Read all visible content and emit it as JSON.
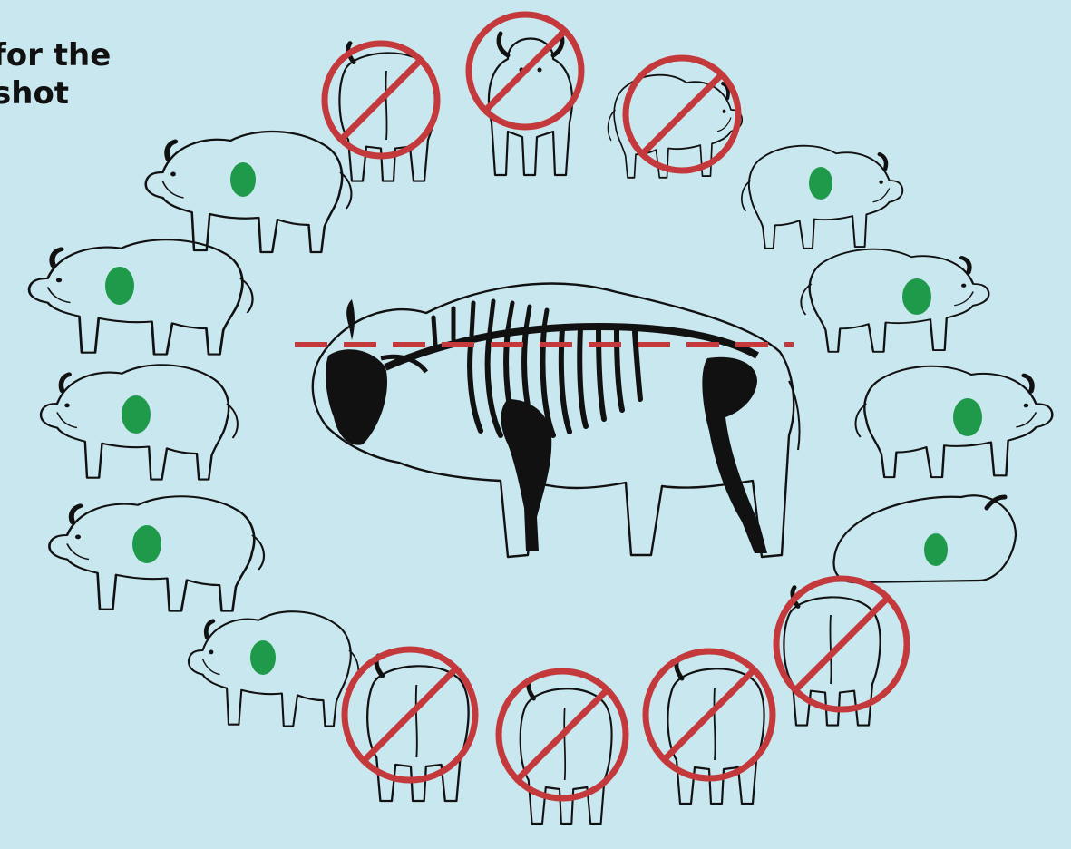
{
  "caption": {
    "line1": "for the",
    "line2": "shot"
  },
  "colors": {
    "background": "#c9e7ee",
    "ink": "#111111",
    "vital_marker": "#1f9a4b",
    "prohibit": "#c4393c",
    "shoulder_line": "#c4393c"
  },
  "legend_semantics": {
    "green_dot": "vital-zone",
    "red_circle_slash": "prohibited-angle",
    "dashed_line": "spine-level"
  },
  "bison_views": [
    {
      "id": "back-quarter-left-top",
      "allowed": false
    },
    {
      "id": "front-on",
      "allowed": false
    },
    {
      "id": "quarter-away-right-top",
      "allowed": false
    },
    {
      "id": "right-quarter-turn",
      "allowed": true
    },
    {
      "id": "right-broadside-walking",
      "allowed": true
    },
    {
      "id": "right-broadside-standing",
      "allowed": true
    },
    {
      "id": "right-bedded",
      "allowed": true
    },
    {
      "id": "right-rear-quarter",
      "allowed": false
    },
    {
      "id": "rear-right",
      "allowed": false
    },
    {
      "id": "rear-center",
      "allowed": false
    },
    {
      "id": "rear-left",
      "allowed": false
    },
    {
      "id": "left-quarter-bottom",
      "allowed": true
    },
    {
      "id": "left-broadside-lower",
      "allowed": true
    },
    {
      "id": "left-broadside-middle",
      "allowed": true
    },
    {
      "id": "left-broadside-running",
      "allowed": true
    },
    {
      "id": "left-broadside-top",
      "allowed": true
    }
  ]
}
